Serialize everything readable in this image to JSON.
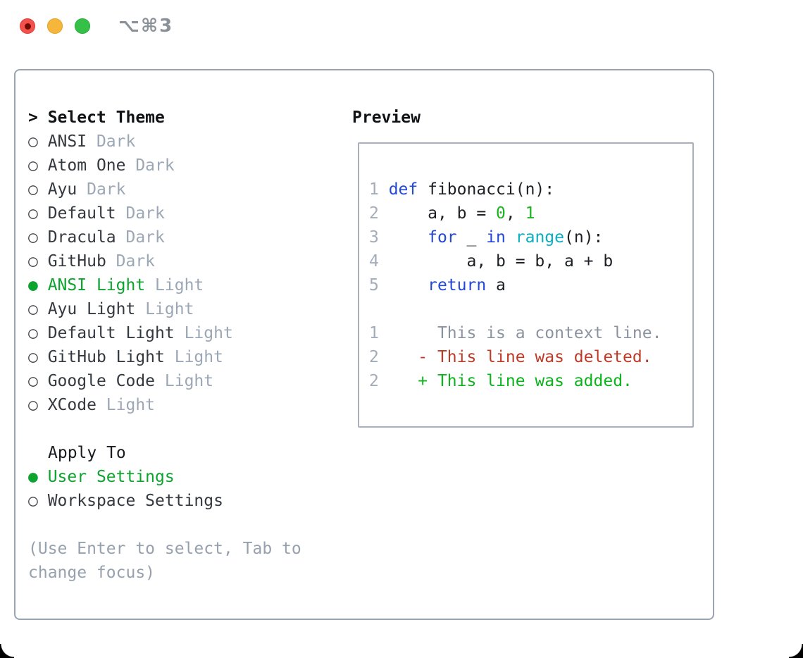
{
  "window": {
    "shortcut": "⌥⌘3"
  },
  "colors": {
    "selection_green": "#0da32f",
    "keyword_blue": "#2348d8",
    "literal_green": "#1eb320",
    "builtin_cyan": "#0badc2",
    "deleted_red": "#bf3a26",
    "added_green": "#0cb31d",
    "muted_gray": "#9ca7b5",
    "panel_border": "#9aa4b1",
    "traffic_red": "#f2524b",
    "traffic_yellow": "#f6b63c",
    "traffic_green": "#35c148"
  },
  "theme_panel": {
    "title_marker": "> ",
    "title": "Select Theme",
    "markers": {
      "selected": "● ",
      "unselected": "○ "
    },
    "items": [
      {
        "name": "ANSI",
        "variant": "Dark",
        "selected": false
      },
      {
        "name": "Atom One",
        "variant": "Dark",
        "selected": false
      },
      {
        "name": "Ayu",
        "variant": "Dark",
        "selected": false
      },
      {
        "name": "Default",
        "variant": "Dark",
        "selected": false
      },
      {
        "name": "Dracula",
        "variant": "Dark",
        "selected": false
      },
      {
        "name": "GitHub",
        "variant": "Dark",
        "selected": false
      },
      {
        "name": "ANSI Light",
        "variant": "Light",
        "selected": true
      },
      {
        "name": "Ayu Light",
        "variant": "Light",
        "selected": false
      },
      {
        "name": "Default Light",
        "variant": "Light",
        "selected": false
      },
      {
        "name": "GitHub Light",
        "variant": "Light",
        "selected": false
      },
      {
        "name": "Google Code",
        "variant": "Light",
        "selected": false
      },
      {
        "name": "XCode",
        "variant": "Light",
        "selected": false
      }
    ],
    "apply_to": {
      "title": "Apply To",
      "options": [
        {
          "name": "User Settings",
          "selected": true
        },
        {
          "name": "Workspace Settings",
          "selected": false
        }
      ]
    },
    "help_lines": [
      "(Use Enter to select, Tab to",
      "change focus)"
    ]
  },
  "preview_panel": {
    "title": "Preview",
    "code_lines": [
      {
        "num": "1",
        "tokens": [
          {
            "c": "kw",
            "t": "def"
          },
          {
            "c": "plain",
            "t": " fibonacci(n):"
          }
        ]
      },
      {
        "num": "2",
        "tokens": [
          {
            "c": "plain",
            "t": "    a, b = "
          },
          {
            "c": "lit",
            "t": "0"
          },
          {
            "c": "plain",
            "t": ", "
          },
          {
            "c": "lit",
            "t": "1"
          }
        ]
      },
      {
        "num": "3",
        "tokens": [
          {
            "c": "plain",
            "t": "    "
          },
          {
            "c": "kw",
            "t": "for"
          },
          {
            "c": "plain",
            "t": " _ "
          },
          {
            "c": "kw",
            "t": "in"
          },
          {
            "c": "plain",
            "t": " "
          },
          {
            "c": "builtin",
            "t": "range"
          },
          {
            "c": "plain",
            "t": "(n):"
          }
        ]
      },
      {
        "num": "4",
        "tokens": [
          {
            "c": "plain",
            "t": "        a, b = b, a + b"
          }
        ]
      },
      {
        "num": "5",
        "tokens": [
          {
            "c": "plain",
            "t": "    "
          },
          {
            "c": "kw",
            "t": "return"
          },
          {
            "c": "plain",
            "t": " a"
          }
        ]
      },
      {
        "num": "",
        "tokens": []
      },
      {
        "num": "1",
        "tokens": [
          {
            "c": "context",
            "t": "     This is a context line."
          }
        ]
      },
      {
        "num": "2",
        "tokens": [
          {
            "c": "deleted",
            "t": "   - This line was deleted."
          }
        ]
      },
      {
        "num": "2",
        "tokens": [
          {
            "c": "added",
            "t": "   + This line was added."
          }
        ]
      }
    ]
  }
}
